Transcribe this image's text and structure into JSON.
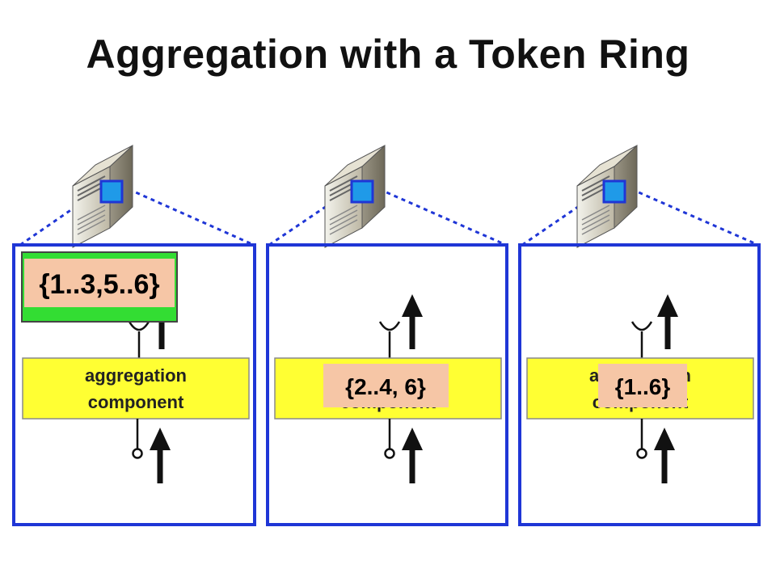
{
  "title": "Aggregation with a Token Ring",
  "components": [
    {
      "label_line1": "aggregation",
      "label_line2": "component",
      "token": "{1..3,5..6}"
    },
    {
      "label_line1": "aggregation",
      "label_line2": "component",
      "token": "{2..4, 6}"
    },
    {
      "label_line1": "aggregation",
      "label_line2": "component",
      "token": "{1..6}"
    }
  ],
  "colors": {
    "frame": "#1f36d6",
    "component_fill": "#ffff33",
    "token_fill": "#f6c6a6",
    "highlight_green": "#33dd33"
  },
  "icons": [
    "server-icon",
    "network-port-icon",
    "up-arrow-icon",
    "socket-icon",
    "plug-icon"
  ]
}
